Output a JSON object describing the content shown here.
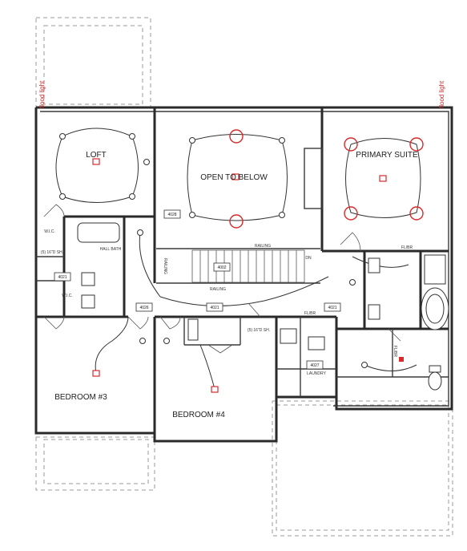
{
  "rooms": {
    "loft": "LOFT",
    "open_to_below": "OPEN TO BELOW",
    "primary_suite": "PRIMARY SUITE",
    "bedroom3": "BEDROOM #3",
    "bedroom4": "BEDROOM #4",
    "laundry": "LAUNDRY",
    "hall_bath": "HALL BATH",
    "wic_left": "W.I.C.",
    "wic_left2": "W.I.C."
  },
  "labels": {
    "railing_top": "RAILING",
    "railing_bottom": "RAILING",
    "railing_vert": "RAILING",
    "dn": "DN",
    "flood_left": "flood light",
    "flood_right": "flood light",
    "shelf1": "(5) 16\"D SH.",
    "shelf2": "(5) 16\"D SH.",
    "flbr1": "FL/BR",
    "flbr2": "FL/BR",
    "flbr3": "FL/BR"
  },
  "tags": {
    "t4028": "4028",
    "t4021a": "4021",
    "t4021b": "4021",
    "t4021c": "4021",
    "t4026": "4026",
    "t4027": "4027",
    "t4002": "4002"
  },
  "colors": {
    "wall": "#2a2a2a",
    "light": "#d62b2b"
  }
}
